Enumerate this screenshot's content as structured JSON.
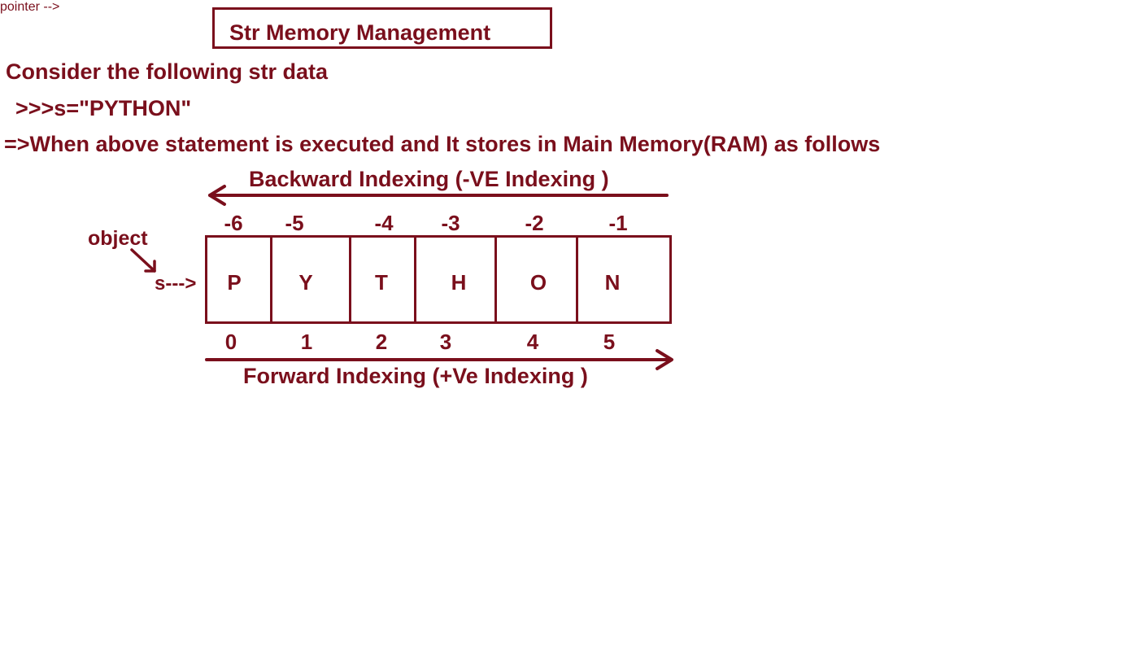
{
  "title": "Str Memory Management",
  "lines": {
    "intro": "Consider the following str data",
    "code": ">>>s=\"PYTHON\"",
    "explain": "=>When above statement is executed and It stores in Main Memory(RAM) as follows"
  },
  "backward_label": "Backward Indexing (-VE Indexing )",
  "forward_label": "Forward Indexing (+Ve Indexing )",
  "object_label": "object",
  "pointer_label": "s--->",
  "chars": [
    "P",
    "Y",
    "T",
    "H",
    "O",
    "N"
  ],
  "negative_indices": [
    "-6",
    "-5",
    "-4",
    "-3",
    "-2",
    "-1"
  ],
  "positive_indices": [
    "0",
    "1",
    "2",
    "3",
    "4",
    "5"
  ],
  "colors": {
    "ink": "#7a0f1c",
    "background": "#ffffff"
  }
}
